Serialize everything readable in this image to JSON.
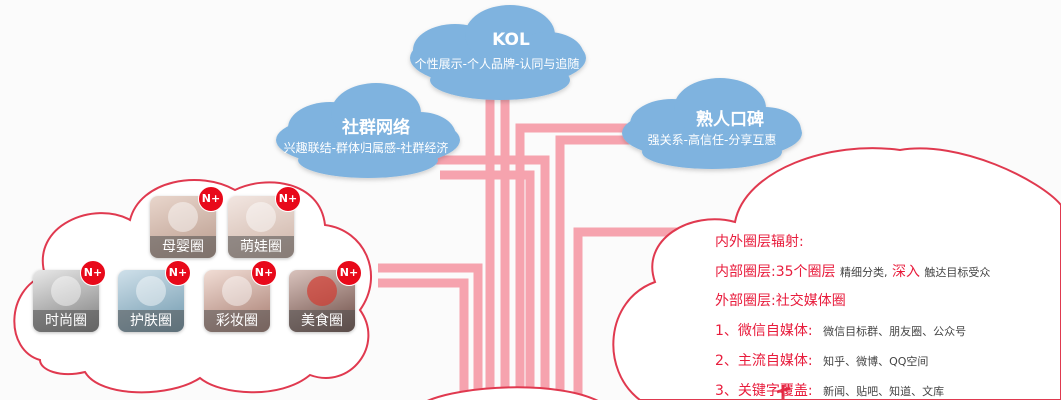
{
  "colors": {
    "cloud_blue": "#7fb3df",
    "connector_pink": "#f6a3ae",
    "cloud_border_red": "#e0394f",
    "accent_red": "#e81c3c",
    "badge_red": "#e8091a"
  },
  "clouds": {
    "kol": {
      "title": "KOL",
      "subtitle": "个性展示-个人品牌-认同与追随"
    },
    "community": {
      "title": "社群网络",
      "subtitle": "兴趣联结-群体归属感-社群经济"
    },
    "word_of_mouth": {
      "title": "熟人口碑",
      "subtitle": "强关系-高信任-分享互惠"
    }
  },
  "left_cloud": {
    "tiles": [
      {
        "label": "母婴圈",
        "badge": "N+",
        "icon": "mother-baby-photo"
      },
      {
        "label": "萌娃圈",
        "badge": "N+",
        "icon": "cute-kid-photo"
      },
      {
        "label": "时尚圈",
        "badge": "N+",
        "icon": "fashion-photo"
      },
      {
        "label": "护肤圈",
        "badge": "N+",
        "icon": "skincare-photo"
      },
      {
        "label": "彩妆圈",
        "badge": "N+",
        "icon": "makeup-photo"
      },
      {
        "label": "美食圈",
        "badge": "N+",
        "icon": "food-photo"
      }
    ]
  },
  "right_cloud": {
    "heading": "内外圈层辐射:",
    "inner_label": "内部圈层:",
    "inner_count": "35个圈层",
    "inner_detail_1": "精细分类,",
    "inner_deep": "深入",
    "inner_detail_2": "触达目标受众",
    "outer": "外部圈层:社交媒体圈",
    "items": [
      {
        "label": "1、微信自媒体:",
        "detail": "微信目标群、朋友圈、公众号"
      },
      {
        "label": "2、主流自媒体:",
        "detail": "知乎、微博、QQ空间"
      },
      {
        "label": "3、关键字覆盖:",
        "detail": "新闻、贴吧、知道、文库"
      }
    ]
  }
}
